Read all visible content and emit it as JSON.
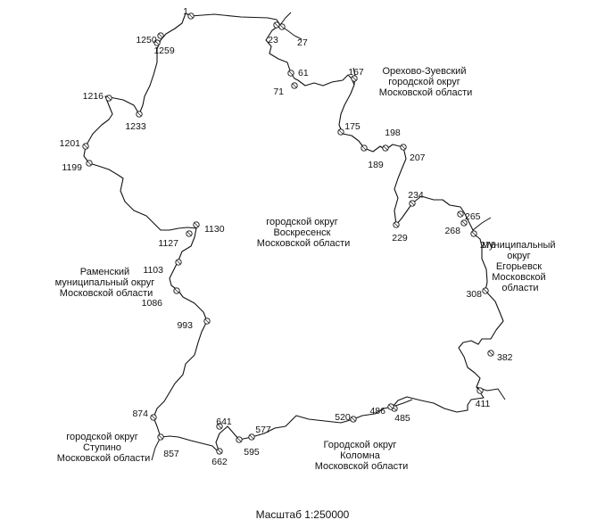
{
  "regions": [
    {
      "id": "center",
      "lines": [
        "городской округ",
        "Воскресенск",
        "Московской области"
      ]
    },
    {
      "id": "orekhovo",
      "lines": [
        "Орехово-Зуевский",
        "городской округ",
        "Московской области"
      ]
    },
    {
      "id": "egorievsk",
      "lines": [
        "муниципальный",
        "округ",
        "Егорьевск",
        "Московской",
        "области"
      ]
    },
    {
      "id": "ramenskiy",
      "lines": [
        "Раменский",
        "муниципальный округ",
        "Московской области"
      ]
    },
    {
      "id": "stupino",
      "lines": [
        "городской округ",
        "Ступино",
        "Московской области"
      ]
    },
    {
      "id": "kolomna",
      "lines": [
        "Городской округ",
        "Коломна",
        "Московской области"
      ]
    }
  ],
  "points": [
    "1",
    "23",
    "27",
    "61",
    "71",
    "167",
    "175",
    "189",
    "198",
    "207",
    "234",
    "229",
    "265",
    "268",
    "276",
    "308",
    "382",
    "411",
    "485",
    "486",
    "520",
    "577",
    "595",
    "641",
    "662",
    "857",
    "874",
    "993",
    "1086",
    "1103",
    "1127",
    "1130",
    "1199",
    "1201",
    "1233",
    "1216",
    "1259",
    "1250"
  ],
  "scale": "Масштаб 1:250000"
}
